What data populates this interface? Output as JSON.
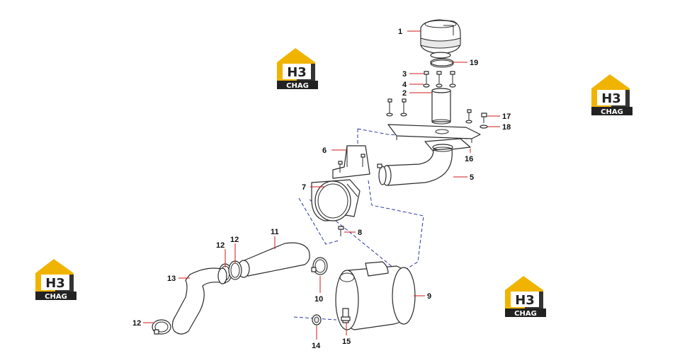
{
  "watermark": {
    "logo": "H3",
    "text": "CHAG",
    "color_gold": "#f0b400",
    "color_dark": "#222222"
  },
  "callouts": [
    "1",
    "19",
    "3",
    "4",
    "2",
    "17",
    "18",
    "6",
    "16",
    "5",
    "7",
    "8",
    "11",
    "12",
    "12",
    "13",
    "10",
    "9",
    "12",
    "14",
    "15"
  ],
  "colors": {
    "leader": "#d01818",
    "guide": "#2e3aa8",
    "part_stroke": "#2a2a2a"
  }
}
